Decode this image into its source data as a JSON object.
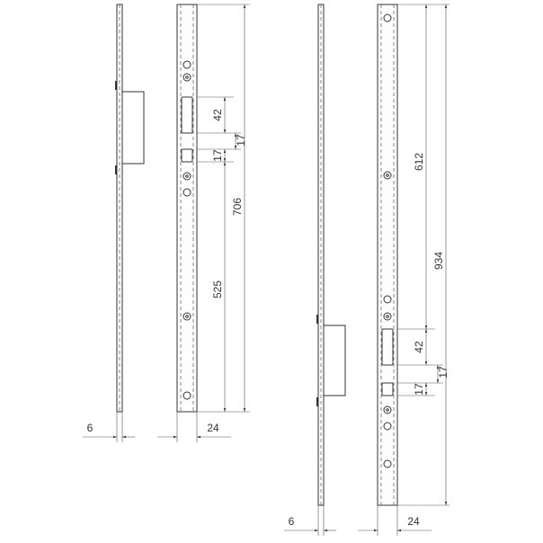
{
  "drawing_a": {
    "dim_slot_height": "42",
    "dim_gap": "17",
    "dim_square_height": "17",
    "dim_bottom_offset": "525",
    "dim_total_length": "706",
    "dim_strip_thickness": "6",
    "dim_plate_width": "24"
  },
  "drawing_b": {
    "dim_top_offset": "612",
    "dim_total_length": "934",
    "dim_slot_height": "42",
    "dim_gap": "17",
    "dim_square_height": "17",
    "dim_strip_thickness": "6",
    "dim_plate_width": "24"
  }
}
